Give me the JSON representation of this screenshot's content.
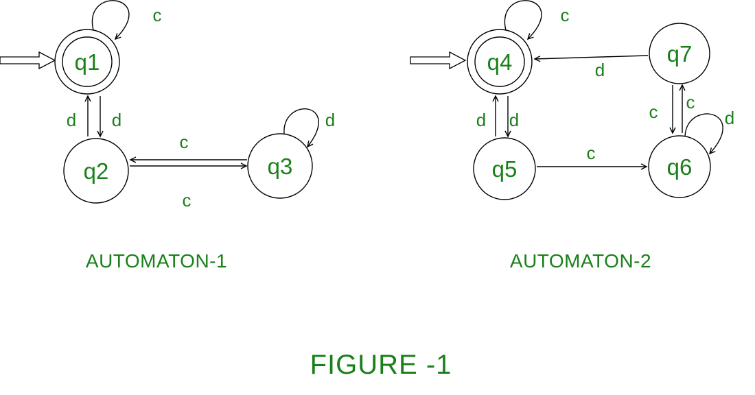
{
  "figure": {
    "title": "FIGURE -1",
    "colors": {
      "label_green": "#1a801a",
      "line_black": "#000000",
      "background": "#ffffff"
    }
  },
  "automaton1": {
    "title": "AUTOMATON-1",
    "start_state": "q1",
    "accepting_states": [
      "q1"
    ],
    "state_labels": {
      "q1": "q1",
      "q2": "q2",
      "q3": "q3"
    },
    "edge_labels": {
      "q1_self_loop": "c",
      "q2_to_q1": "d",
      "q1_to_q2": "d",
      "q3_to_q2": "c",
      "q2_to_q3": "c",
      "q3_self_loop": "d"
    }
  },
  "automaton2": {
    "title": "AUTOMATON-2",
    "start_state": "q4",
    "accepting_states": [
      "q4"
    ],
    "state_labels": {
      "q4": "q4",
      "q5": "q5",
      "q6": "q6",
      "q7": "q7"
    },
    "edge_labels": {
      "q4_self_loop": "c",
      "q7_to_q4": "d",
      "q5_to_q4": "d",
      "q4_to_q5": "d",
      "q5_to_q6": "c",
      "q7_to_q6": "c",
      "q6_to_q7": "c",
      "q6_self_loop": "d"
    }
  }
}
